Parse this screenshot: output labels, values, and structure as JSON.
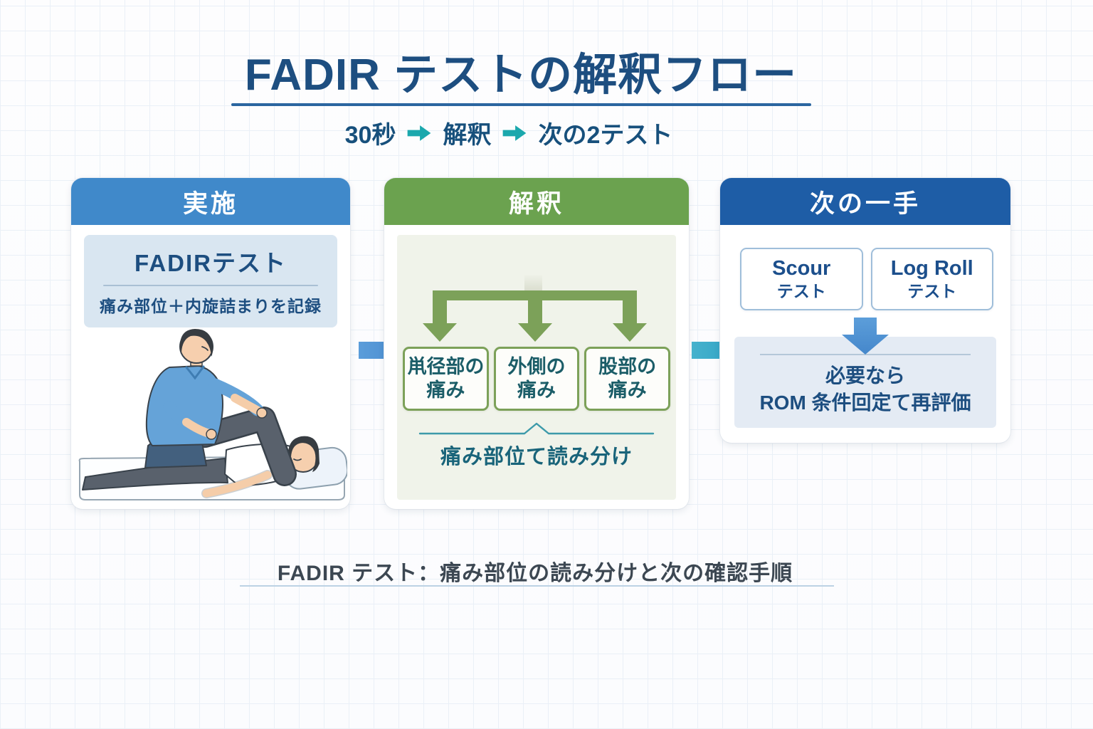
{
  "page": {
    "title": "FADIR テストの解釈フロー",
    "subtitle_steps": [
      "30秒",
      "解釈",
      "次の2テスト"
    ],
    "caption": "FADIR テスト：痛み部位の読み分けと次の確認手順"
  },
  "panels": {
    "execute": {
      "header": "実施",
      "test_name": "FADIRテスト",
      "note": "痛み部位＋内旋詰まりを記録",
      "illustration": "therapist-performing-fadir-test-on-supine-patient"
    },
    "interpret": {
      "header": "解釈",
      "branches": [
        {
          "line1": "鼡径部の",
          "line2": "痛み"
        },
        {
          "line1": "外側の",
          "line2": "痛み"
        },
        {
          "line1": "股部の",
          "line2": "痛み"
        }
      ],
      "brace_label": "痛み部位て読み分け"
    },
    "next_step": {
      "header": "次の一手",
      "tests": [
        {
          "name": "Scour",
          "suffix": "テスト"
        },
        {
          "name": "Log Roll",
          "suffix": "テスト"
        }
      ],
      "followup_line1": "必要なら",
      "followup_line2": "ROM 条件回定て再評価"
    }
  },
  "colors": {
    "title_text": "#1d4e80",
    "title_underline": "#2b66a0",
    "subtitle_arrow": "#1ba8ad",
    "header_execute": "#4089ca",
    "header_interpret": "#6ba24f",
    "header_next": "#1e5da6",
    "flow_arrow_1": "#4f94d5",
    "flow_arrow_2": "#2fa7c6",
    "branch_green": "#7ca159",
    "branch_text": "#1b5d68",
    "brace_teal": "#3d9aaa",
    "note_box_bg": "#d9e6f1",
    "interpret_bg": "#f0f3ea",
    "followup_bg": "#e4ebf4",
    "caption_text": "#3c4752"
  }
}
